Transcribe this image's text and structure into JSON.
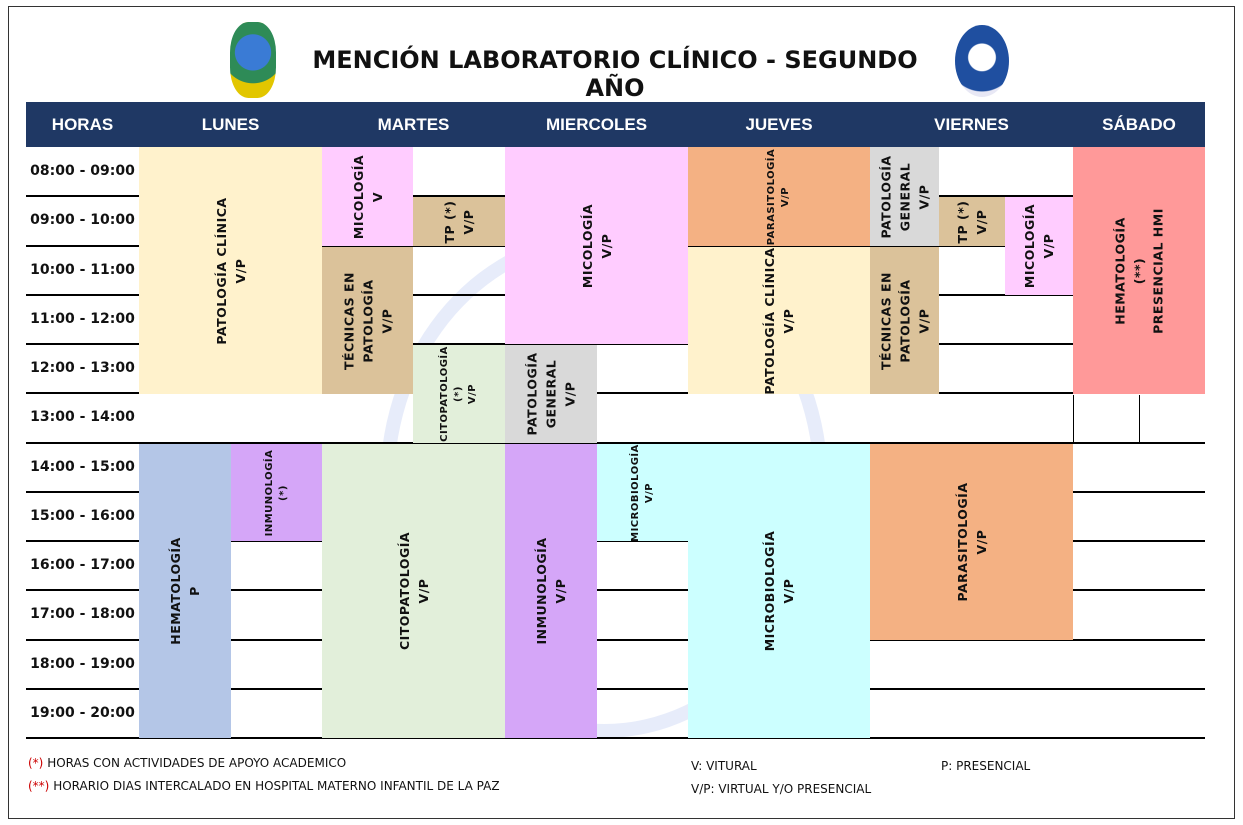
{
  "title": "MENCIÓN LABORATORIO CLÍNICO - SEGUNDO AÑO",
  "headers": [
    "HORAS",
    "LUNES",
    "MARTES",
    "MIERCOLES",
    "JUEVES",
    "VIERNES",
    "SÁBADO"
  ],
  "times": [
    "08:00 - 09:00",
    "09:00 - 10:00",
    "10:00 - 11:00",
    "11:00 - 12:00",
    "12:00 - 13:00",
    "13:00 - 14:00",
    "14:00 - 15:00",
    "15:00 - 16:00",
    "16:00 - 17:00",
    "17:00 - 18:00",
    "18:00 - 19:00",
    "19:00 - 20:00"
  ],
  "blocks": [
    "PATOLOGÍA CLÍNICA\nV/P",
    "MICOLOGÍA\nV",
    "TP (*)\nV/P",
    "TÉCNICAS EN\nPATOLOGÍA\nV/P",
    "CITOPATOLOGÍA\n(*)\nV/P",
    "MICOLOGÍA\nV/P",
    "PATOLOGÍA\nGENERAL\nV/P",
    "PARASITOLOGÍA\nV/P",
    "PATOLOGÍA CLÍNICA\nV/P",
    "PATOLOGÍA\nGENERAL\nV/P",
    "TP (*)\nV/P",
    "MICOLOGÍA\nV/P",
    "TÉCNICAS EN\nPATOLOGÍA\nV/P",
    "HEMATOLOGÍA\n(**)\nPRESENCIAL HMI",
    "HEMATOLOGÍA\nP",
    "INMUNOLOGÍA\n(*)",
    "CITOPATOLOGÍA\nV/P",
    "INMUNOLOGÍA\nV/P",
    "MICROBIOLOGÍA\nV/P",
    "MICROBIOLOGÍA\nV/P",
    "PARASITOLOGÍA\nV/P"
  ],
  "legend": {
    "star1_mark": "(*)",
    "star1_text": " HORAS  CON ACTIVIDADES DE APOYO ACADEMICO",
    "star2_mark": "(**)",
    "star2_text": " HORARIO DIAS INTERCALADO EN HOSPITAL MATERNO INFANTIL DE LA PAZ",
    "v": "V: VITURAL",
    "vp": "V/P: VIRTUAL Y/O PRESENCIAL",
    "p": "P: PRESENCIAL"
  },
  "colors": {
    "header": "#1F3864",
    "cream": "#FFF2CC",
    "pink": "#FFCCFF",
    "tan": "#DBC29A",
    "green": "#E2EFDA",
    "gray": "#D9D9D9",
    "salmon": "#F4B183",
    "red": "#FF9999",
    "blue": "#B4C6E7",
    "purple": "#D5A6F8",
    "cyan": "#CCFFFF"
  }
}
